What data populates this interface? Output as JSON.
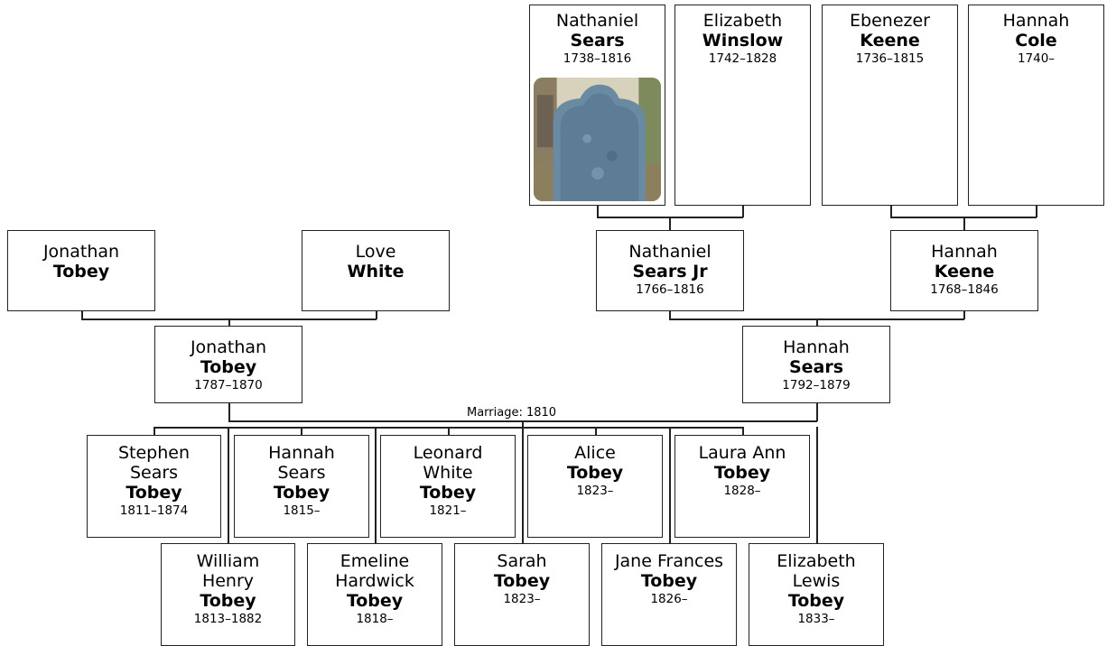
{
  "people": {
    "gg_nathaniel_sears": {
      "first": "Nathaniel",
      "last": "Sears",
      "dates": "1738–1816",
      "photo": true
    },
    "gg_elizabeth_winslow": {
      "first": "Elizabeth",
      "last": "Winslow",
      "dates": "1742–1828"
    },
    "gg_ebenezer_keene": {
      "first": "Ebenezer",
      "last": "Keene",
      "dates": "1736–1815"
    },
    "gg_hannah_cole": {
      "first": "Hannah",
      "last": "Cole",
      "dates": "1740–"
    },
    "g_jonathan_tobey": {
      "first": "Jonathan",
      "last": "Tobey",
      "dates": ""
    },
    "g_love_white": {
      "first": "Love",
      "last": "White",
      "dates": ""
    },
    "g_nathaniel_sears_jr": {
      "first": "Nathaniel",
      "last": "Sears Jr",
      "dates": "1766–1816"
    },
    "g_hannah_keene": {
      "first": "Hannah",
      "last": "Keene",
      "dates": "1768–1846"
    },
    "p_jonathan_tobey": {
      "first": "Jonathan",
      "last": "Tobey",
      "dates": "1787–1870"
    },
    "p_hannah_sears": {
      "first": "Hannah",
      "last": "Sears",
      "dates": "1792–1879"
    },
    "c_stephen": {
      "first": "Stephen\nSears",
      "last": "Tobey",
      "dates": "1811–1874"
    },
    "c_hannah": {
      "first": "Hannah\nSears",
      "last": "Tobey",
      "dates": "1815–"
    },
    "c_leonard": {
      "first": "Leonard\nWhite",
      "last": "Tobey",
      "dates": "1821–"
    },
    "c_alice": {
      "first": "Alice",
      "last": "Tobey",
      "dates": "1823–"
    },
    "c_laura": {
      "first": "Laura Ann",
      "last": "Tobey",
      "dates": "1828–"
    },
    "c_william": {
      "first": "William\nHenry",
      "last": "Tobey",
      "dates": "1813–1882"
    },
    "c_emeline": {
      "first": "Emeline\nHardwick",
      "last": "Tobey",
      "dates": "1818–"
    },
    "c_sarah": {
      "first": "Sarah",
      "last": "Tobey",
      "dates": "1823–"
    },
    "c_jane": {
      "first": "Jane Frances",
      "last": "Tobey",
      "dates": "1826–"
    },
    "c_elizabeth": {
      "first": "Elizabeth\nLewis",
      "last": "Tobey",
      "dates": "1833–"
    }
  },
  "marriage_label": "Marriage: 1810",
  "colors": {
    "border": "#222222",
    "background": "#ffffff",
    "photo_stone": "#5f7f96"
  }
}
